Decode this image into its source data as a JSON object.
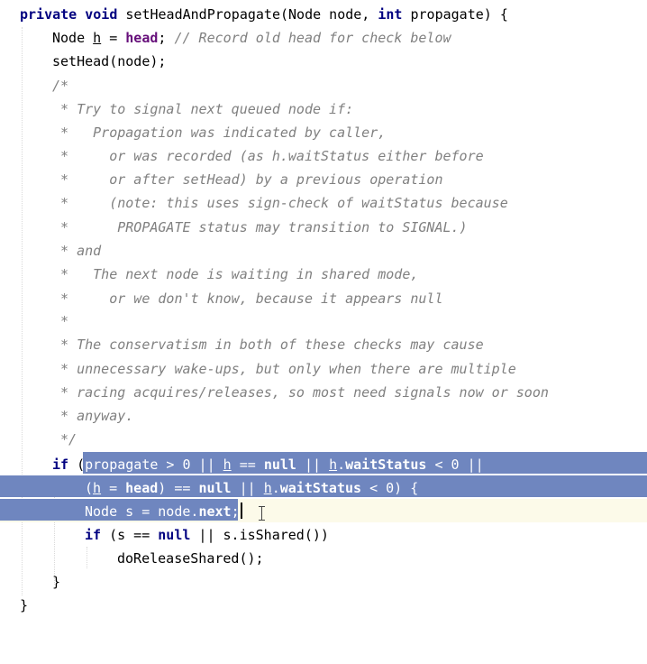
{
  "editor": {
    "lines": {
      "l1": {
        "kw1": "private",
        "kw2": "void",
        "name": "setHeadAndPropagate(Node node, ",
        "kw3": "int",
        "rest": " propagate) {"
      },
      "l2": {
        "type": "Node ",
        "var": "h",
        "eq": " = ",
        "field": "head",
        "semi": "; ",
        "comment": "// Record old head for check below"
      },
      "l3": {
        "text": "setHead(node);"
      },
      "c1": "/*",
      "c2": " * Try to signal next queued node if:",
      "c3": " *   Propagation was indicated by caller,",
      "c4": " *     or was recorded (as h.waitStatus either before",
      "c5": " *     or after setHead) by a previous operation",
      "c6": " *     (note: this uses sign-check of waitStatus because",
      "c7": " *      PROPAGATE status may transition to SIGNAL.)",
      "c8": " * and",
      "c9": " *   The next node is waiting in shared mode,",
      "c10": " *     or we don't know, because it appears null",
      "c11": " *",
      "c12": " * The conservatism in both of these checks may cause",
      "c13": " * unnecessary wake-ups, but only when there are multiple",
      "c14": " * racing acquires/releases, so most need signals now or soon",
      "c15": " * anyway.",
      "c16": " */",
      "if1": {
        "kw": "if",
        "open": " (",
        "a": "propagate > 0 || ",
        "h1": "h",
        "b": " == ",
        "null1": "null",
        "c": " || ",
        "h2": "h",
        "dot": ".",
        "ws": "waitStatus",
        "d": " < 0 ||"
      },
      "if2": {
        "open": "(",
        "h": "h",
        "eq": " = ",
        "head": "head",
        "close": ") == ",
        "null": "null",
        "or": " || ",
        "h2": "h",
        "dot": ".",
        "ws": "waitStatus",
        "rest": " < 0) {"
      },
      "decl": {
        "text": "Node s = node.",
        "field": "next",
        "semi": ";"
      },
      "if3": {
        "kw": "if",
        "a": " (s == ",
        "null": "null",
        "rest": " || s.isShared())"
      },
      "call": {
        "text": "doReleaseShared();"
      },
      "brace1": "}",
      "brace2": "}"
    }
  }
}
